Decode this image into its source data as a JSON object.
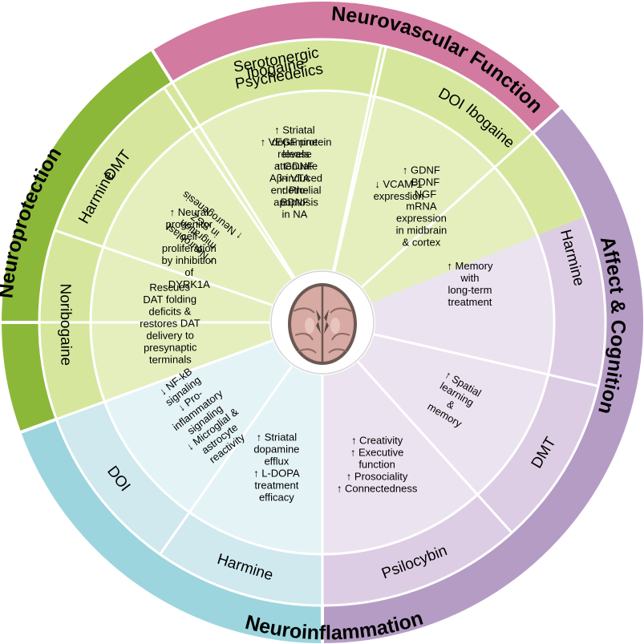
{
  "categories": [
    {
      "key": "neuroprotection",
      "label": "Neuroprotection",
      "color": "#8cb83a",
      "light": "#d6e79d",
      "pale": "#e5efbe"
    },
    {
      "key": "neurovascular",
      "label": "Neurovascular Function",
      "color": "#d27a9f",
      "light": "#eab3c9",
      "pale": "#f6d5e1"
    },
    {
      "key": "affect",
      "label": "Affect & Cognition",
      "color": "#b59cc5",
      "light": "#dccde4",
      "pale": "#ece3f0"
    },
    {
      "key": "neuroinflammation",
      "label": "Neuroinflammation",
      "color": "#9dd5de",
      "light": "#cfe9ee",
      "pale": "#e4f3f6"
    }
  ],
  "segments": [
    {
      "category": "neuroprotection",
      "compound": "Harmine",
      "effects": [
        "↑ Neural",
        "progenitor",
        "cell",
        "proliferation",
        "by inhibition",
        "of",
        "DYRK1A"
      ]
    },
    {
      "category": "neurovascular",
      "compound": "Serotonergic Psychedelics",
      "effects": [
        "↑ VEGF protein",
        "levels",
        "attenuate",
        "Aβ-induced",
        "endothelial",
        "apoptosis"
      ]
    },
    {
      "category": "neurovascular",
      "compound": "DOI",
      "effects": [
        "↓ VCAM-1",
        "expression"
      ]
    },
    {
      "category": "affect",
      "compound": "Harmine",
      "effects": [
        "↑ Memory",
        "with",
        "long-term",
        "treatment"
      ]
    },
    {
      "category": "affect",
      "compound": "DMT",
      "effects": [
        "↑ Spatial",
        "learning",
        "&",
        "memory"
      ]
    },
    {
      "category": "affect",
      "compound": "Psilocybin",
      "effects": [
        "↑ Creativity",
        "↑ Executive",
        "function",
        "↑ Prosociality",
        "↑ Connectedness"
      ]
    },
    {
      "category": "neuroinflammation",
      "compound": "Harmine",
      "effects": [
        "↑ Striatal",
        "dopamine",
        "efflux",
        "↑ L-DOPA",
        "treatment",
        "efficacy"
      ]
    },
    {
      "category": "neuroinflammation",
      "compound": "DOI",
      "effects": [
        "↓ NF-kB",
        "signaling",
        "↓ Pro-",
        "inflammatory",
        "signaling",
        "↓ Microglial &",
        "astrocyte",
        "reactivity"
      ]
    },
    {
      "category": "neuroprotection",
      "compound": "Noribogaine",
      "effects": [
        "Rescues",
        "DAT folding",
        "deficits &",
        "restores DAT",
        "delivery to",
        "presynaptic",
        "terminals"
      ]
    },
    {
      "category": "neuroprotection",
      "compound": "DMT",
      "effects": [
        "↑ Neuroblast",
        "migration",
        "in SGZ",
        "↑ Neurogenesis"
      ]
    },
    {
      "category": "neuroprotection",
      "compound": "Ibogaine",
      "effects": [
        "↑ Striatal",
        "dopamine",
        "release",
        "↑ GDNF",
        "in VTA",
        "↑ Pro-",
        "BDNF",
        "in NA"
      ]
    },
    {
      "category": "neuroprotection",
      "compound": "Ibogaine",
      "effects": [
        "↑ GDNF",
        "↑ BDNF",
        "↑ NGF",
        "mRNA",
        "expression",
        "in midbrain",
        "& cortex"
      ]
    }
  ]
}
